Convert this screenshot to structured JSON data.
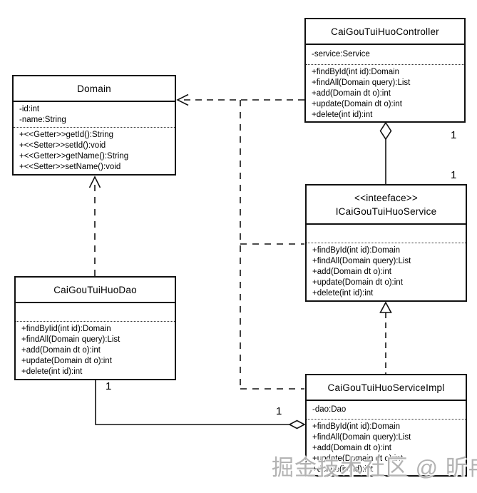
{
  "diagram": {
    "watermark": "掘金技术社区 @ 昕冉",
    "colors": {
      "line": "#000000",
      "background": "#ffffff",
      "watermark_text": "#b3b3b3"
    },
    "classes": {
      "controller": {
        "name": "CaiGouTuiHuoController",
        "attributes": [
          "-service:Service"
        ],
        "methods": [
          "+findById(int id):Domain",
          "+findAll(Domain query):List",
          "+add(Domain dt o):int",
          "+update(Domain dt o):int",
          "+delete(int id):int"
        ]
      },
      "domain": {
        "name": "Domain",
        "attributes": [
          "-id:int",
          "-name:String"
        ],
        "methods": [
          "+<<Getter>>getId():String",
          "+<<Setter>>setId():void",
          "+<<Getter>>getName():String",
          "+<<Setter>>setName():void"
        ]
      },
      "service": {
        "stereotype": "<<inteeface>>",
        "name": "ICaiGouTuiHuoService",
        "attributes": [],
        "methods": [
          "+findById(int id):Domain",
          "+findAll(Domain query):List",
          "+add(Domain dt o):int",
          "+update(Domain dt o):int",
          "+delete(int id):int"
        ]
      },
      "dao": {
        "name": "CaiGouTuiHuoDao",
        "attributes": [],
        "methods": [
          "+findByIid(int id):Domain",
          "+findAll(Domain query):List",
          "+add(Domain dt o):int",
          "+update(Domain dt o):int",
          "+delete(int id):int"
        ]
      },
      "impl": {
        "name": "CaiGouTuiHuoServiceImpl",
        "attributes": [
          "-dao:Dao"
        ],
        "methods": [
          "+findById(int id):Domain",
          "+findAll(Domain query):List",
          "+add(Domain dt o):int",
          "+update(Domain dt o):int",
          "+delete(int id):int"
        ]
      }
    },
    "multiplicities": {
      "controller_end": "1",
      "service_end": "1",
      "dao_end": "1",
      "impl_end": "1"
    },
    "relationships": [
      {
        "type": "dependency",
        "from": "CaiGouTuiHuoController",
        "to": "Domain"
      },
      {
        "type": "dependency",
        "from": "ICaiGouTuiHuoService",
        "to": "Domain"
      },
      {
        "type": "dependency",
        "from": "CaiGouTuiHuoServiceImpl",
        "to": "Domain"
      },
      {
        "type": "dependency",
        "from": "CaiGouTuiHuoDao",
        "to": "Domain"
      },
      {
        "type": "aggregation",
        "from": "CaiGouTuiHuoController",
        "to": "ICaiGouTuiHuoService"
      },
      {
        "type": "realization",
        "from": "CaiGouTuiHuoServiceImpl",
        "to": "ICaiGouTuiHuoService"
      },
      {
        "type": "aggregation",
        "from": "CaiGouTuiHuoServiceImpl",
        "to": "CaiGouTuiHuoDao"
      }
    ]
  }
}
